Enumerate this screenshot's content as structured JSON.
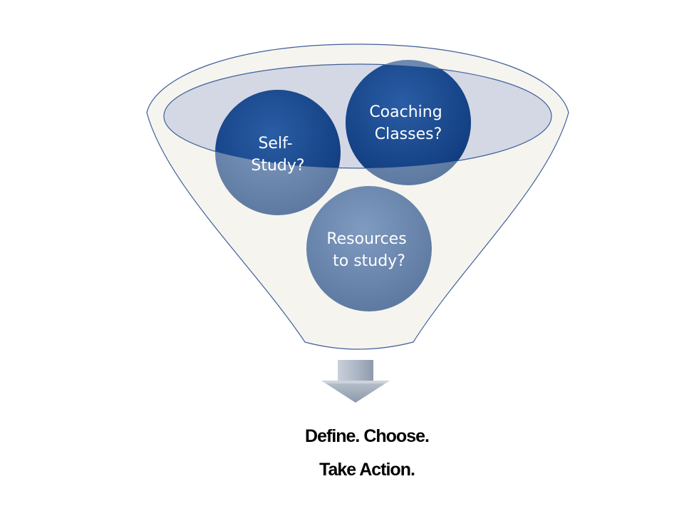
{
  "funnel": {
    "circles": [
      {
        "id": "self-study",
        "lines": [
          "Self-",
          "Study?"
        ]
      },
      {
        "id": "coaching-classes",
        "lines": [
          "Coaching",
          "Classes?"
        ]
      },
      {
        "id": "resources",
        "lines": [
          "Resources",
          "to study?"
        ]
      }
    ]
  },
  "caption": {
    "line1": "Define. Choose.",
    "line2": "Take Action."
  },
  "colors": {
    "funnel_fill": "#f5f4ef",
    "funnel_stroke": "#3f5f9a",
    "rim_fill": "#d3d8e4",
    "circle_dark": "#18458b",
    "circle_light": "#6a86ad",
    "arrow": "#b3bcc8"
  }
}
